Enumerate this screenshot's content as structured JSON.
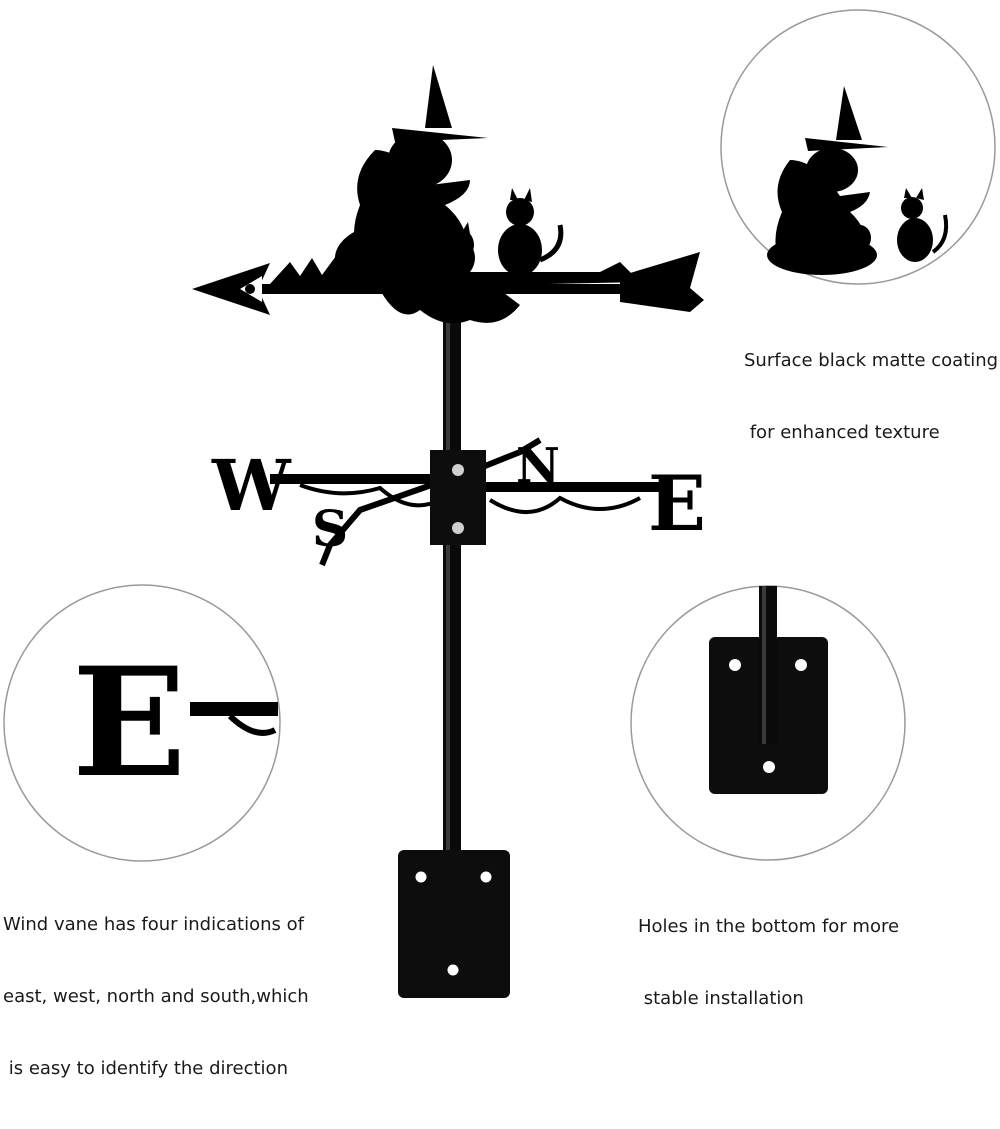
{
  "captions": {
    "coating": [
      "Surface black matte coating",
      " for enhanced texture"
    ],
    "directions": [
      "Wind vane has four indications of",
      "east, west, north and south,which",
      " is easy to identify the direction"
    ],
    "holes": [
      "Holes in the bottom for more",
      " stable installation"
    ]
  },
  "compass_letters": {
    "west": "W",
    "east": "E",
    "north": "N",
    "south": "S",
    "detail_east": "E"
  },
  "colors": {
    "metal": "#000000",
    "circle_outline": "#9a9a9a",
    "background": "#ffffff"
  }
}
